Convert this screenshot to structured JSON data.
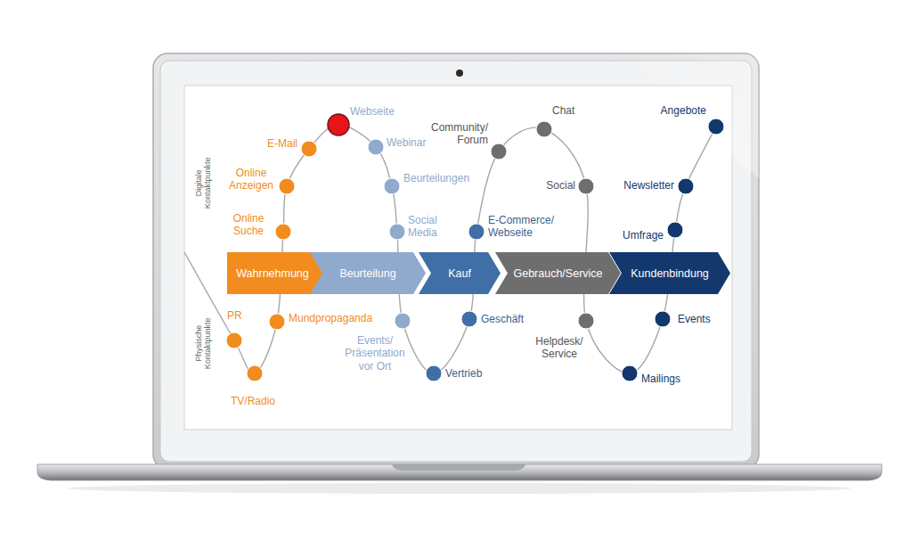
{
  "diagram": {
    "nodes": [
      {
        "text": [
          "Wahrnehmung"
        ]
      },
      {
        "text": [
          "Beurteilung"
        ]
      },
      {
        "text": [
          "Kauf"
        ]
      },
      {
        "text": [
          "Gebrauch/Service"
        ]
      },
      {
        "text": [
          "Kundenbindung"
        ]
      }
    ],
    "labels": [
      "Digitale Kontaktpunkte",
      "Physische Kontaktpunkte",
      "Online Suche",
      "Online Anzeigen",
      "E-Mail",
      "Webseite",
      "Webinar",
      "Beurteilungen",
      "Social Media",
      "E-Commerce/ Webseite",
      "Community/ Forum",
      "Chat",
      "Social",
      "Umfrage",
      "Newsletter",
      "Angebote",
      "PR",
      "TV/Radio",
      "Mundpropaganda",
      "Events/ Präsentation vor Ort",
      "Vertrieb",
      "Geschäft",
      "Helpdesk/ Service",
      "Mailings",
      "Events"
    ]
  }
}
